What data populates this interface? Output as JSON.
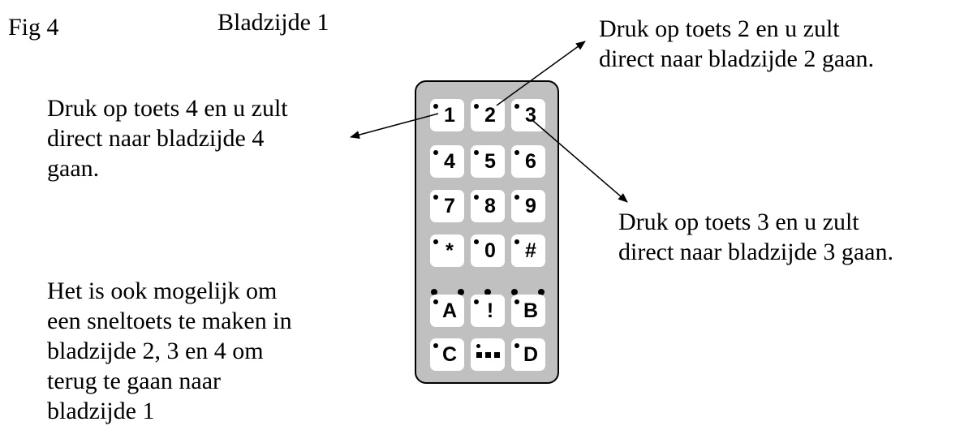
{
  "fig_label": "Fig 4",
  "page_label": "Bladzijde 1",
  "notes": {
    "top_right": [
      "Druk op toets 2 en u zult",
      "direct naar bladzijde 2 gaan."
    ],
    "left": [
      "Druk op toets 4 en u zult",
      "direct naar bladzijde 4",
      "gaan."
    ],
    "right": [
      "Druk op toets 3 en u zult",
      "direct naar bladzijde 3 gaan."
    ],
    "bottom": [
      "Het is ook mogelijk om",
      "een sneltoets te maken in",
      "bladzijde 2, 3 en 4 om",
      "terug te gaan naar",
      "bladzijde 1"
    ]
  },
  "keypad": {
    "keys": [
      "1",
      "2",
      "3",
      "4",
      "5",
      "6",
      "7",
      "8",
      "9",
      "*",
      "0",
      "#",
      "A",
      "!",
      "B",
      "C",
      "",
      "D"
    ]
  },
  "colors": {
    "remote_body": "#c0c0c0",
    "key_face": "#ffffff",
    "ink": "#000000"
  }
}
